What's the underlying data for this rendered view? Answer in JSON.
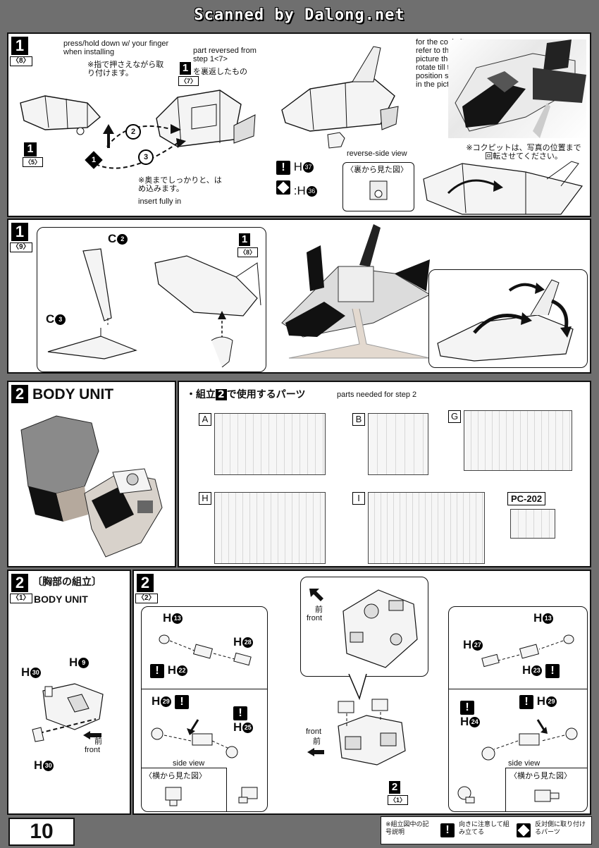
{
  "header": {
    "scan_credit": "Scanned by Dalong.net"
  },
  "page_number": "10",
  "step1_8": {
    "badge": "1",
    "sub": "〈8〉",
    "note_press_en": "press/hold down w/ your finger when installing",
    "note_press_jp": "※指で押さえながら取り付けます。",
    "note_reversed_en": "part reversed from step 1<7>",
    "ref_badge": "1",
    "ref_sub": "〈7〉",
    "note_reversed_jp": "を裏返したもの",
    "ref_badge_5": "1",
    "ref_sub_5": "〈5〉",
    "note_insert_jp": "※奥までしっかりと、はめ込みます。",
    "note_insert_en": "insert fully in",
    "order_1": "1",
    "order_2": "2",
    "order_3": "3",
    "reverse_view_en": "reverse-side view",
    "reverse_view_jp": "〈裏から見た図〉",
    "attention_part": "H",
    "attention_num": "37",
    "flip_part": "H",
    "flip_num": "36",
    "cockpit_note_en": "for the cockpit, refer to the picture then rotate till the position shown in the picture",
    "cockpit_note_jp": "※コクピットは、写真の位置まで回転させてください。"
  },
  "step1_9": {
    "badge": "1",
    "sub": "〈9〉",
    "part_c2": "C",
    "part_c2_num": "2",
    "part_c3": "C",
    "part_c3_num": "3",
    "ref_badge": "1",
    "ref_sub": "〈8〉"
  },
  "step2": {
    "badge": "2",
    "title": "BODY UNIT",
    "parts_jp_prefix": "・組立",
    "parts_jp_step": "2",
    "parts_jp_suffix": "で使用するパーツ",
    "parts_en": "parts needed for step 2",
    "sprues": [
      "A",
      "B",
      "G",
      "H",
      "I"
    ],
    "pc_label": "PC-202"
  },
  "step2_1": {
    "badge": "2",
    "title_jp": "〔胸部の組立〕",
    "sub": "〈1〉",
    "title_en": "BODY UNIT",
    "h30_top": "H",
    "h30_top_num": "30",
    "h9": "H",
    "h9_num": "9",
    "front_jp": "前",
    "front_en": "front",
    "h30_bottom": "H",
    "h30_bottom_num": "30"
  },
  "step2_2": {
    "badge": "2",
    "sub": "〈2〉",
    "left": {
      "h13": "H",
      "h13_num": "13",
      "h28": "H",
      "h28_num": "28",
      "h22": "H",
      "h22_num": "22",
      "h29": "H",
      "h29_num": "29",
      "h25": "H",
      "h25_num": "25",
      "side_view_en": "side view",
      "side_view_jp": "〈横から見た図〉"
    },
    "center": {
      "front_jp_top": "前",
      "front_en_top": "front",
      "front_en": "front",
      "front_jp": "前",
      "ref_badge": "2",
      "ref_sub": "〈1〉"
    },
    "right": {
      "h13": "H",
      "h13_num": "13",
      "h27": "H",
      "h27_num": "27",
      "h23": "H",
      "h23_num": "23",
      "h24": "H",
      "h24_num": "24",
      "h29": "H",
      "h29_num": "29",
      "side_view_en": "side view",
      "side_view_jp": "〈横から見た図〉"
    }
  },
  "legend": {
    "title_jp": "※組立図中の記号説明",
    "attention_jp": "向きに注意して組み立てる",
    "flip_jp": "反対側に取り付けるパーツ"
  }
}
